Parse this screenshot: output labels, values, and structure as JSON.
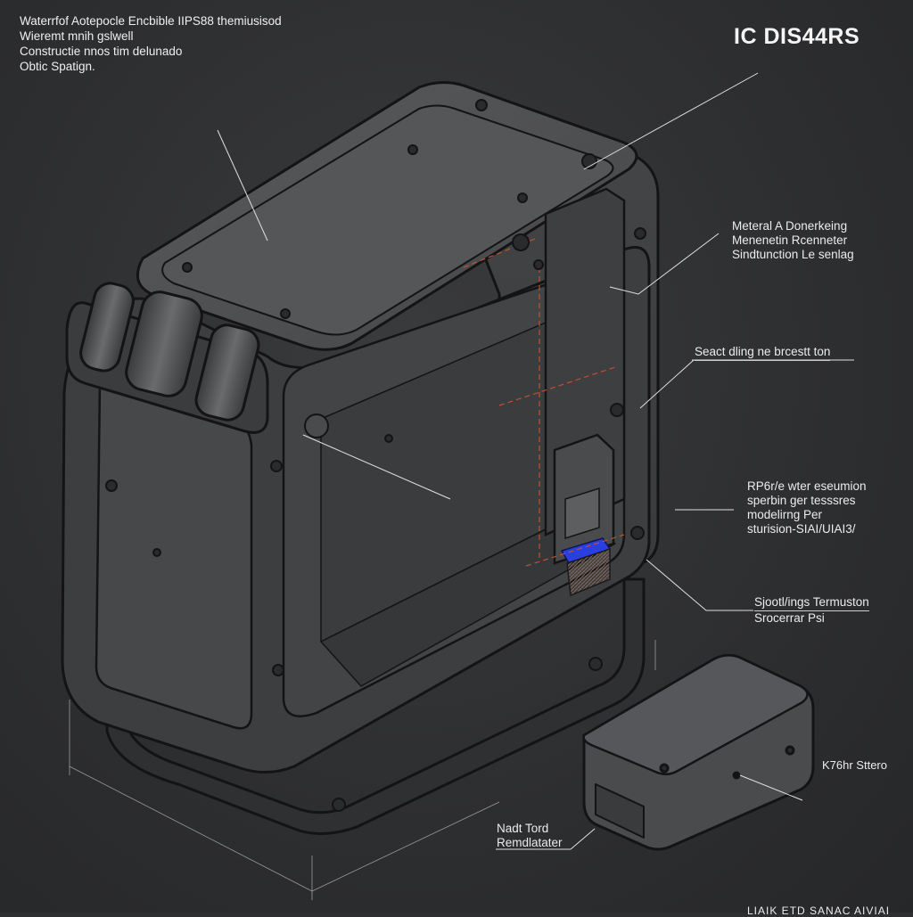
{
  "intro_lines": [
    "Waterrfof Aotepocle Encbible IIPS88 themiusisod",
    "Wieremt mnih gslwell",
    "Constructie nnos tim delunado",
    "Obtic Spatign."
  ],
  "title": "IC DIS44RS",
  "labels": {
    "material": [
      "Meteral A Donerkeing",
      "Menenetin Rcenneter",
      "Sindtunction Le senlag"
    ],
    "seal": "Seact dling ne brcestt ton",
    "rp": [
      "RP6r/e wter eseumion",
      "sperbin ger tesssres",
      "modelirng Per",
      "sturision-SIAI/UIAI3/"
    ],
    "spot": [
      "Sjootl/ings Termuston",
      "Srocerrar Psi"
    ],
    "k": "K76hr Sttero",
    "nadt": [
      "Nadt Tord",
      "Remdlatater"
    ],
    "footer": "LIAIK ETD SANAC AIVIAI"
  },
  "colors": {
    "background": "#2e2f31",
    "outline": "#151516",
    "panel": "#4a4b4d",
    "accent_red": "#c0502f",
    "accent_blue": "#2b3fe0"
  }
}
